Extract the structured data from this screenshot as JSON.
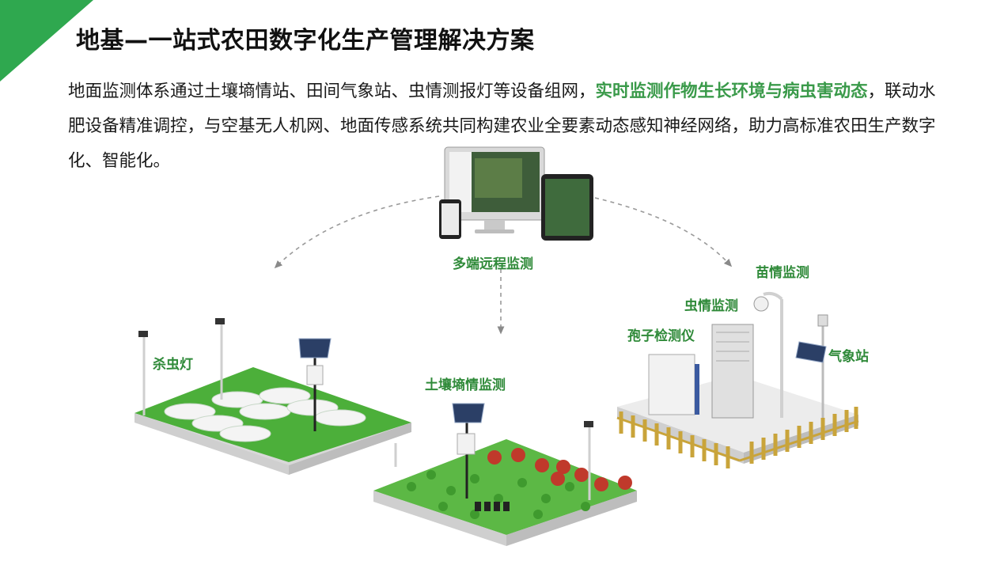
{
  "header": {
    "title": "地基—一站式农田数字化生产管理解决方案"
  },
  "intro": {
    "part1": "地面监测体系通过土壤墒情站、田间气象站、虫情测报灯等设备组网，",
    "highlight": "实时监测作物生长环境与病虫害动态",
    "part2": "，联动水肥设备精准调控，与空基无人机网、地面传感系统共同构建农业全要素动态感知神经网络，助力高标准农田生产数字化、智能化。"
  },
  "labels": {
    "remote": "多端远程监测",
    "insect_lamp": "杀虫灯",
    "soil": "土壤墒情监测",
    "seedling": "苗情监测",
    "pest": "虫情监测",
    "spore": "孢子检测仪",
    "weather": "气象站"
  },
  "colors": {
    "accent": "#2fa84f",
    "label": "#2f8a39",
    "grass": "#4caf3a"
  }
}
